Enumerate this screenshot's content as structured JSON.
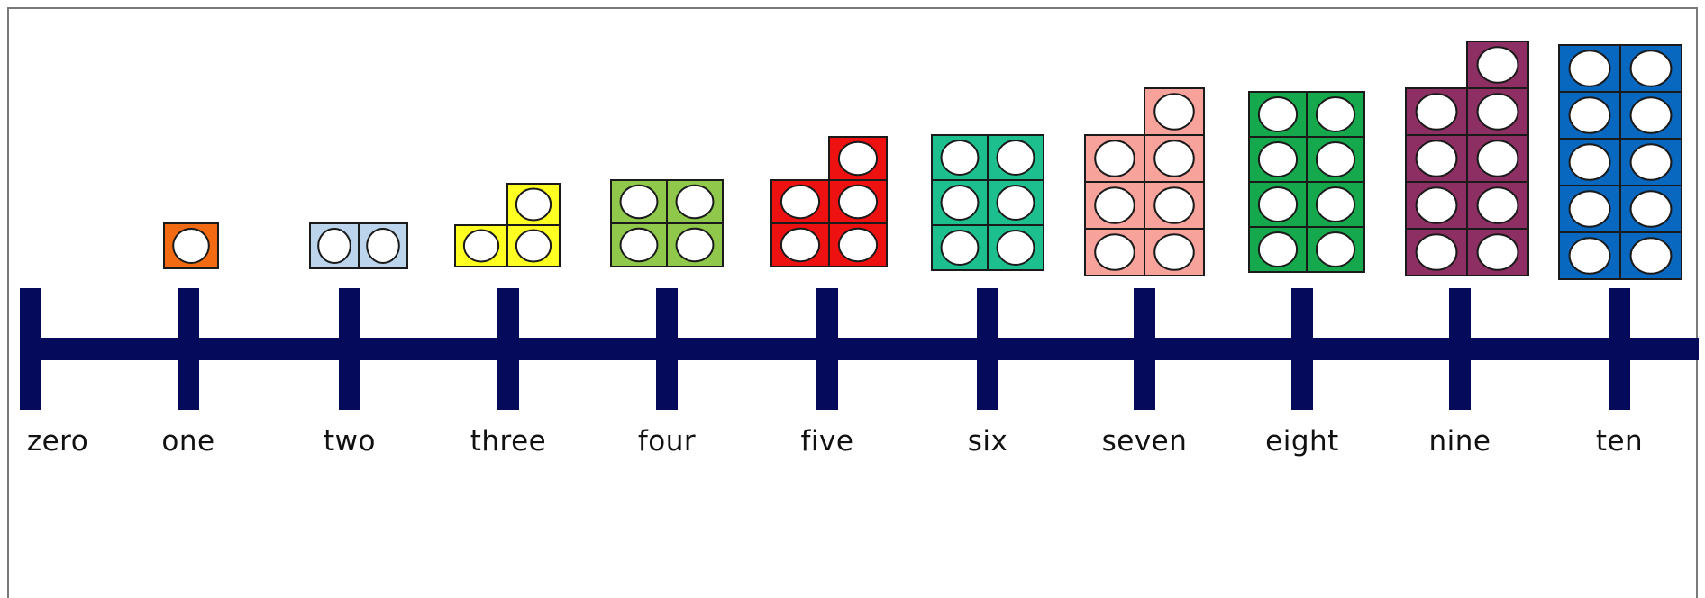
{
  "number_line": {
    "labels": [
      "zero",
      "one",
      "two",
      "three",
      "four",
      "five",
      "six",
      "seven",
      "eight",
      "nine",
      "ten"
    ],
    "line_color": "#060a5a",
    "blocks": [
      {
        "value": 0,
        "color": "",
        "layout": []
      },
      {
        "value": 1,
        "color": "#f26b12",
        "layout": [
          1
        ]
      },
      {
        "value": 2,
        "color": "#bcd5ec",
        "layout": [
          2
        ]
      },
      {
        "value": 3,
        "color": "#ffff22",
        "layout": [
          2,
          "right1"
        ]
      },
      {
        "value": 4,
        "color": "#8fc84a",
        "layout": [
          2,
          2
        ]
      },
      {
        "value": 5,
        "color": "#ee1111",
        "layout": [
          2,
          2,
          "right1"
        ]
      },
      {
        "value": 6,
        "color": "#1dbf8f",
        "layout": [
          2,
          2,
          2
        ]
      },
      {
        "value": 7,
        "color": "#f7a39c",
        "layout": [
          2,
          2,
          2,
          "right1"
        ]
      },
      {
        "value": 8,
        "color": "#16a84c",
        "layout": [
          2,
          2,
          2,
          2
        ]
      },
      {
        "value": 9,
        "color": "#8e2f63",
        "layout": [
          2,
          2,
          2,
          2,
          "right1"
        ]
      },
      {
        "value": 10,
        "color": "#0868c0",
        "layout": [
          2,
          2,
          2,
          2,
          2
        ]
      }
    ]
  }
}
